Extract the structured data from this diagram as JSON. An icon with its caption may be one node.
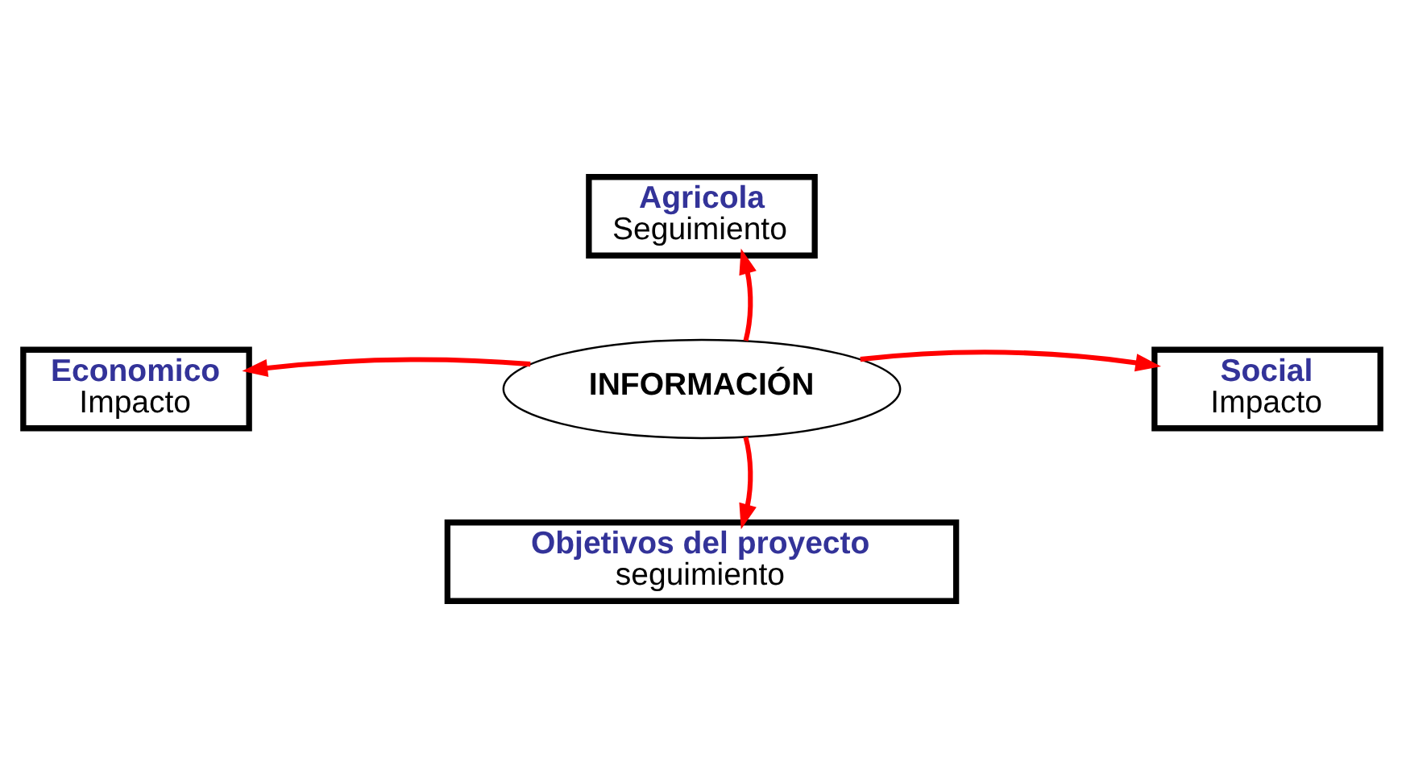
{
  "diagram": {
    "nodes": [
      {
        "text": [
          "INFORMACIÓN"
        ]
      },
      {
        "text": [
          "Agricola",
          "Seguimiento"
        ]
      },
      {
        "text": [
          "Economico",
          "Impacto"
        ]
      },
      {
        "text": [
          "Social",
          "Impacto"
        ]
      },
      {
        "text": [
          "Objetivos del proyecto",
          "seguimiento"
        ]
      }
    ],
    "edges": [
      {
        "from": 0,
        "to": 1,
        "arrow": "to"
      },
      {
        "from": 0,
        "to": 2,
        "arrow": "to"
      },
      {
        "from": 0,
        "to": 3,
        "arrow": "to"
      },
      {
        "from": 0,
        "to": 4,
        "arrow": "to"
      }
    ]
  }
}
